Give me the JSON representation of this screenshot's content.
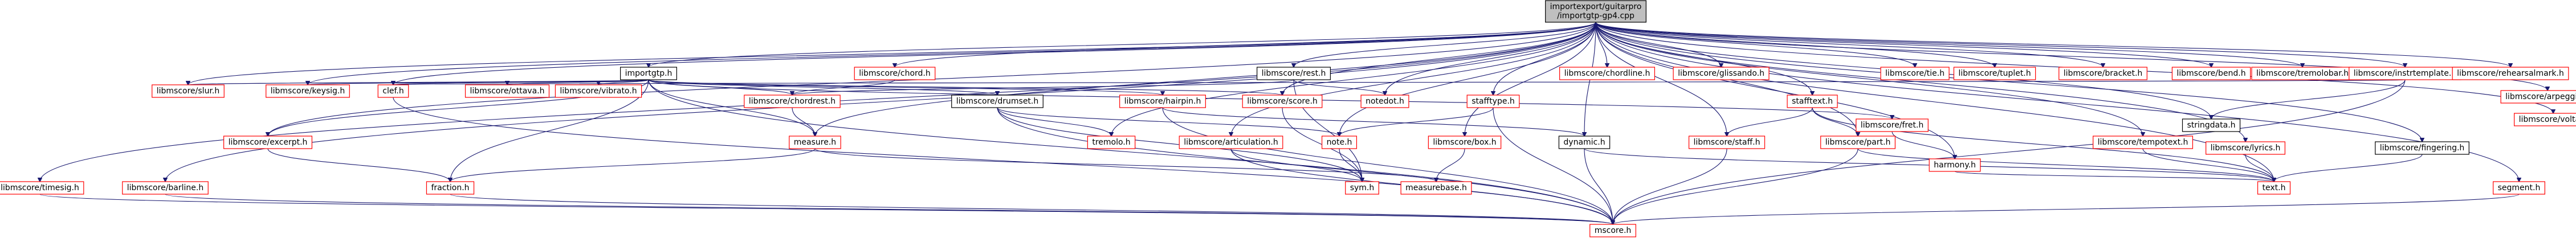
{
  "colors": {
    "root_fill": "#bfbfbf",
    "root_border": "#000000",
    "doc_border": "#000000",
    "missing_border": "#ff0000",
    "node_fill": "#ffffff",
    "edge": "#191970",
    "text": "#000000"
  },
  "nodes": [
    {
      "id": "root",
      "label": "importexport/guitarpro\n/importgtp-gp4.cpp",
      "kind": "root"
    },
    {
      "id": "importgtp_h",
      "label": "importgtp.h",
      "kind": "doc"
    },
    {
      "id": "libmscore_rest_h",
      "label": "libmscore/rest.h",
      "kind": "doc"
    },
    {
      "id": "libmscore_chord_h",
      "label": "libmscore/chord.h",
      "kind": "missing"
    },
    {
      "id": "libmscore_chordline_h",
      "label": "libmscore/chordline.h",
      "kind": "missing"
    },
    {
      "id": "libmscore_glissando_h",
      "label": "libmscore/glissando.h",
      "kind": "missing"
    },
    {
      "id": "libmscore_tie_h",
      "label": "libmscore/tie.h",
      "kind": "missing"
    },
    {
      "id": "libmscore_tuplet_h",
      "label": "libmscore/tuplet.h",
      "kind": "missing"
    },
    {
      "id": "libmscore_bracket_h",
      "label": "libmscore/bracket.h",
      "kind": "missing"
    },
    {
      "id": "libmscore_bend_h",
      "label": "libmscore/bend.h",
      "kind": "missing"
    },
    {
      "id": "libmscore_tremolobar_h",
      "label": "libmscore/tremolobar.h",
      "kind": "missing"
    },
    {
      "id": "libmscore_instrtemplate_h",
      "label": "libmscore/instrtemplate.h",
      "kind": "missing"
    },
    {
      "id": "libmscore_rehearsalmark_h",
      "label": "libmscore/rehearsalmark.h",
      "kind": "missing"
    },
    {
      "id": "libmscore_arpeggio_h",
      "label": "libmscore/arpeggio.h",
      "kind": "missing"
    },
    {
      "id": "libmscore_volta_h",
      "label": "libmscore/volta.h",
      "kind": "missing"
    },
    {
      "id": "libmscore_slur_h",
      "label": "libmscore/slur.h",
      "kind": "missing"
    },
    {
      "id": "libmscore_keysig_h",
      "label": "libmscore/keysig.h",
      "kind": "missing"
    },
    {
      "id": "clef_h",
      "label": "clef.h",
      "kind": "missing"
    },
    {
      "id": "libmscore_ottava_h",
      "label": "libmscore/ottava.h",
      "kind": "missing"
    },
    {
      "id": "libmscore_vibrato_h",
      "label": "libmscore/vibrato.h",
      "kind": "missing"
    },
    {
      "id": "libmscore_chordrest_h",
      "label": "libmscore/chordrest.h",
      "kind": "missing"
    },
    {
      "id": "libmscore_drumset_h",
      "label": "libmscore/drumset.h",
      "kind": "doc"
    },
    {
      "id": "libmscore_harpin_h",
      "label": "libmscore/hairpin.h",
      "kind": "missing"
    },
    {
      "id": "libmscore_score_h",
      "label": "libmscore/score.h",
      "kind": "missing"
    },
    {
      "id": "noteslot_h",
      "label": "notedot.h",
      "kind": "missing"
    },
    {
      "id": "stafftype_h",
      "label": "stafftype.h",
      "kind": "missing"
    },
    {
      "id": "stafftext_h",
      "label": "stafftext.h",
      "kind": "missing"
    },
    {
      "id": "libmscore_fret_h",
      "label": "libmscore/fret.h",
      "kind": "missing"
    },
    {
      "id": "stringdata_h",
      "label": "stringdata.h",
      "kind": "doc"
    },
    {
      "id": "libmscore_excerpt_h",
      "label": "libmscore/excerpt.h",
      "kind": "missing"
    },
    {
      "id": "measure_h",
      "label": "measure.h",
      "kind": "missing"
    },
    {
      "id": "tremolo_h",
      "label": "tremolo.h",
      "kind": "missing"
    },
    {
      "id": "note_h",
      "label": "note.h",
      "kind": "missing"
    },
    {
      "id": "libmscore_box_h",
      "label": "libmscore/box.h",
      "kind": "missing"
    },
    {
      "id": "dynamic_h",
      "label": "dynamic.h",
      "kind": "doc"
    },
    {
      "id": "libmscore_staff_h",
      "label": "libmscore/staff.h",
      "kind": "missing"
    },
    {
      "id": "libmscore_part_h",
      "label": "libmscore/part.h",
      "kind": "missing"
    },
    {
      "id": "harmony_h",
      "label": "harmony.h",
      "kind": "missing"
    },
    {
      "id": "libmscore_tempotext_h",
      "label": "libmscore/tempotext.h",
      "kind": "missing"
    },
    {
      "id": "libmscore_lyrics_h",
      "label": "libmscore/lyrics.h",
      "kind": "missing"
    },
    {
      "id": "libmscore_fingering_h",
      "label": "libmscore/fingering.h",
      "kind": "doc"
    },
    {
      "id": "libmscore_articulation_h",
      "label": "libmscore/articulation.h",
      "kind": "missing"
    },
    {
      "id": "libmscore_timesig_h",
      "label": "libmscore/timesig.h",
      "kind": "missing"
    },
    {
      "id": "libmscore_barline_h",
      "label": "libmscore/barline.h",
      "kind": "missing"
    },
    {
      "id": "fraction_h",
      "label": "fraction.h",
      "kind": "missing"
    },
    {
      "id": "sym_h",
      "label": "sym.h",
      "kind": "missing"
    },
    {
      "id": "measurebase_h",
      "label": "measurebase.h",
      "kind": "missing"
    },
    {
      "id": "text_h",
      "label": "text.h",
      "kind": "missing"
    },
    {
      "id": "segment_h",
      "label": "segment.h",
      "kind": "missing"
    },
    {
      "id": "mscore_h",
      "label": "mscore.h",
      "kind": "missing"
    }
  ],
  "edges": [
    [
      "root",
      "importgtp_h"
    ],
    [
      "root",
      "libmscore_rest_h"
    ],
    [
      "root",
      "libmscore_chord_h"
    ],
    [
      "root",
      "libmscore_chordline_h"
    ],
    [
      "root",
      "libmscore_glissando_h"
    ],
    [
      "root",
      "libmscore_tie_h"
    ],
    [
      "root",
      "libmscore_tuplet_h"
    ],
    [
      "root",
      "libmscore_bracket_h"
    ],
    [
      "root",
      "libmscore_bend_h"
    ],
    [
      "root",
      "libmscore_tremolobar_h"
    ],
    [
      "root",
      "libmscore_instrtemplate_h"
    ],
    [
      "root",
      "libmscore_rehearsalmark_h"
    ],
    [
      "root",
      "libmscore_arpeggio_h"
    ],
    [
      "root",
      "libmscore_volta_h"
    ],
    [
      "root",
      "libmscore_slur_h"
    ],
    [
      "root",
      "libmscore_keysig_h"
    ],
    [
      "root",
      "clef_h"
    ],
    [
      "root",
      "libmscore_score_h"
    ],
    [
      "root",
      "noteslot_h"
    ],
    [
      "root",
      "stafftype_h"
    ],
    [
      "root",
      "stafftext_h"
    ],
    [
      "root",
      "harmony_h"
    ],
    [
      "root",
      "libmscore_tempotext_h"
    ],
    [
      "root",
      "libmscore_lyrics_h"
    ],
    [
      "root",
      "libmscore_fingering_h"
    ],
    [
      "root",
      "libmscore_articulation_h"
    ],
    [
      "root",
      "libmscore_timesig_h"
    ],
    [
      "root",
      "libmscore_barline_h"
    ],
    [
      "root",
      "libmscore_excerpt_h"
    ],
    [
      "root",
      "libmscore_box_h"
    ],
    [
      "root",
      "note_h"
    ],
    [
      "root",
      "dynamic_h"
    ],
    [
      "root",
      "libmscore_staff_h"
    ],
    [
      "root",
      "libmscore_part_h"
    ],
    [
      "root",
      "segment_h"
    ],
    [
      "root",
      "stringdata_h"
    ],
    [
      "root",
      "measure_h"
    ],
    [
      "root",
      "tremolo_h"
    ],
    [
      "root",
      "text_h"
    ],
    [
      "importgtp_h",
      "libmscore_slur_h"
    ],
    [
      "importgtp_h",
      "libmscore_keysig_h"
    ],
    [
      "importgtp_h",
      "clef_h"
    ],
    [
      "importgtp_h",
      "libmscore_ottava_h"
    ],
    [
      "importgtp_h",
      "libmscore_vibrato_h"
    ],
    [
      "importgtp_h",
      "libmscore_chordrest_h"
    ],
    [
      "importgtp_h",
      "libmscore_drumset_h"
    ],
    [
      "importgtp_h",
      "libmscore_harpin_h"
    ],
    [
      "importgtp_h",
      "libmscore_score_h"
    ],
    [
      "importgtp_h",
      "libmscore_fret_h"
    ],
    [
      "importgtp_h",
      "libmscore_excerpt_h"
    ],
    [
      "importgtp_h",
      "fraction_h"
    ],
    [
      "importgtp_h",
      "mscore_h"
    ],
    [
      "importgtp_h",
      "measure_h"
    ],
    [
      "libmscore_rest_h",
      "libmscore_chordrest_h"
    ],
    [
      "libmscore_rest_h",
      "noteslot_h"
    ],
    [
      "libmscore_rest_h",
      "sym_h"
    ],
    [
      "libmscore_chord_h",
      "libmscore_chordrest_h"
    ],
    [
      "libmscore_chordrest_h",
      "measure_h"
    ],
    [
      "libmscore_drumset_h",
      "tremolo_h"
    ],
    [
      "libmscore_drumset_h",
      "note_h"
    ],
    [
      "libmscore_drumset_h",
      "mscore_h"
    ],
    [
      "libmscore_drumset_h",
      "sym_h"
    ],
    [
      "libmscore_harpin_h",
      "dynamic_h"
    ],
    [
      "libmscore_harpin_h",
      "mscore_h"
    ],
    [
      "libmscore_score_h",
      "sym_h"
    ],
    [
      "stafftype_h",
      "note_h"
    ],
    [
      "stafftype_h",
      "mscore_h"
    ],
    [
      "stafftext_h",
      "libmscore_staff_h"
    ],
    [
      "stafftext_h",
      "libmscore_part_h"
    ],
    [
      "stafftext_h",
      "text_h"
    ],
    [
      "libmscore_fret_h",
      "harmony_h"
    ],
    [
      "libmscore_instrtemplate_h",
      "stringdata_h"
    ],
    [
      "libmscore_instrtemplate_h",
      "clef_h"
    ],
    [
      "libmscore_instrtemplate_h",
      "mscore_h"
    ],
    [
      "libmscore_excerpt_h",
      "fraction_h"
    ],
    [
      "measure_h",
      "fraction_h"
    ],
    [
      "measure_h",
      "measurebase_h"
    ],
    [
      "note_h",
      "sym_h"
    ],
    [
      "libmscore_box_h",
      "measurebase_h"
    ],
    [
      "dynamic_h",
      "text_h"
    ],
    [
      "dynamic_h",
      "mscore_h"
    ],
    [
      "libmscore_staff_h",
      "mscore_h"
    ],
    [
      "libmscore_part_h",
      "text_h"
    ],
    [
      "libmscore_part_h",
      "mscore_h"
    ],
    [
      "harmony_h",
      "text_h"
    ],
    [
      "libmscore_tempotext_h",
      "text_h"
    ],
    [
      "libmscore_lyrics_h",
      "text_h"
    ],
    [
      "libmscore_fingering_h",
      "text_h"
    ],
    [
      "libmscore_articulation_h",
      "sym_h"
    ],
    [
      "libmscore_articulation_h",
      "mscore_h"
    ],
    [
      "libmscore_timesig_h",
      "mscore_h"
    ],
    [
      "libmscore_barline_h",
      "mscore_h"
    ],
    [
      "fraction_h",
      "mscore_h"
    ],
    [
      "segment_h",
      "mscore_h"
    ],
    [
      "clef_h",
      "mscore_h"
    ]
  ]
}
